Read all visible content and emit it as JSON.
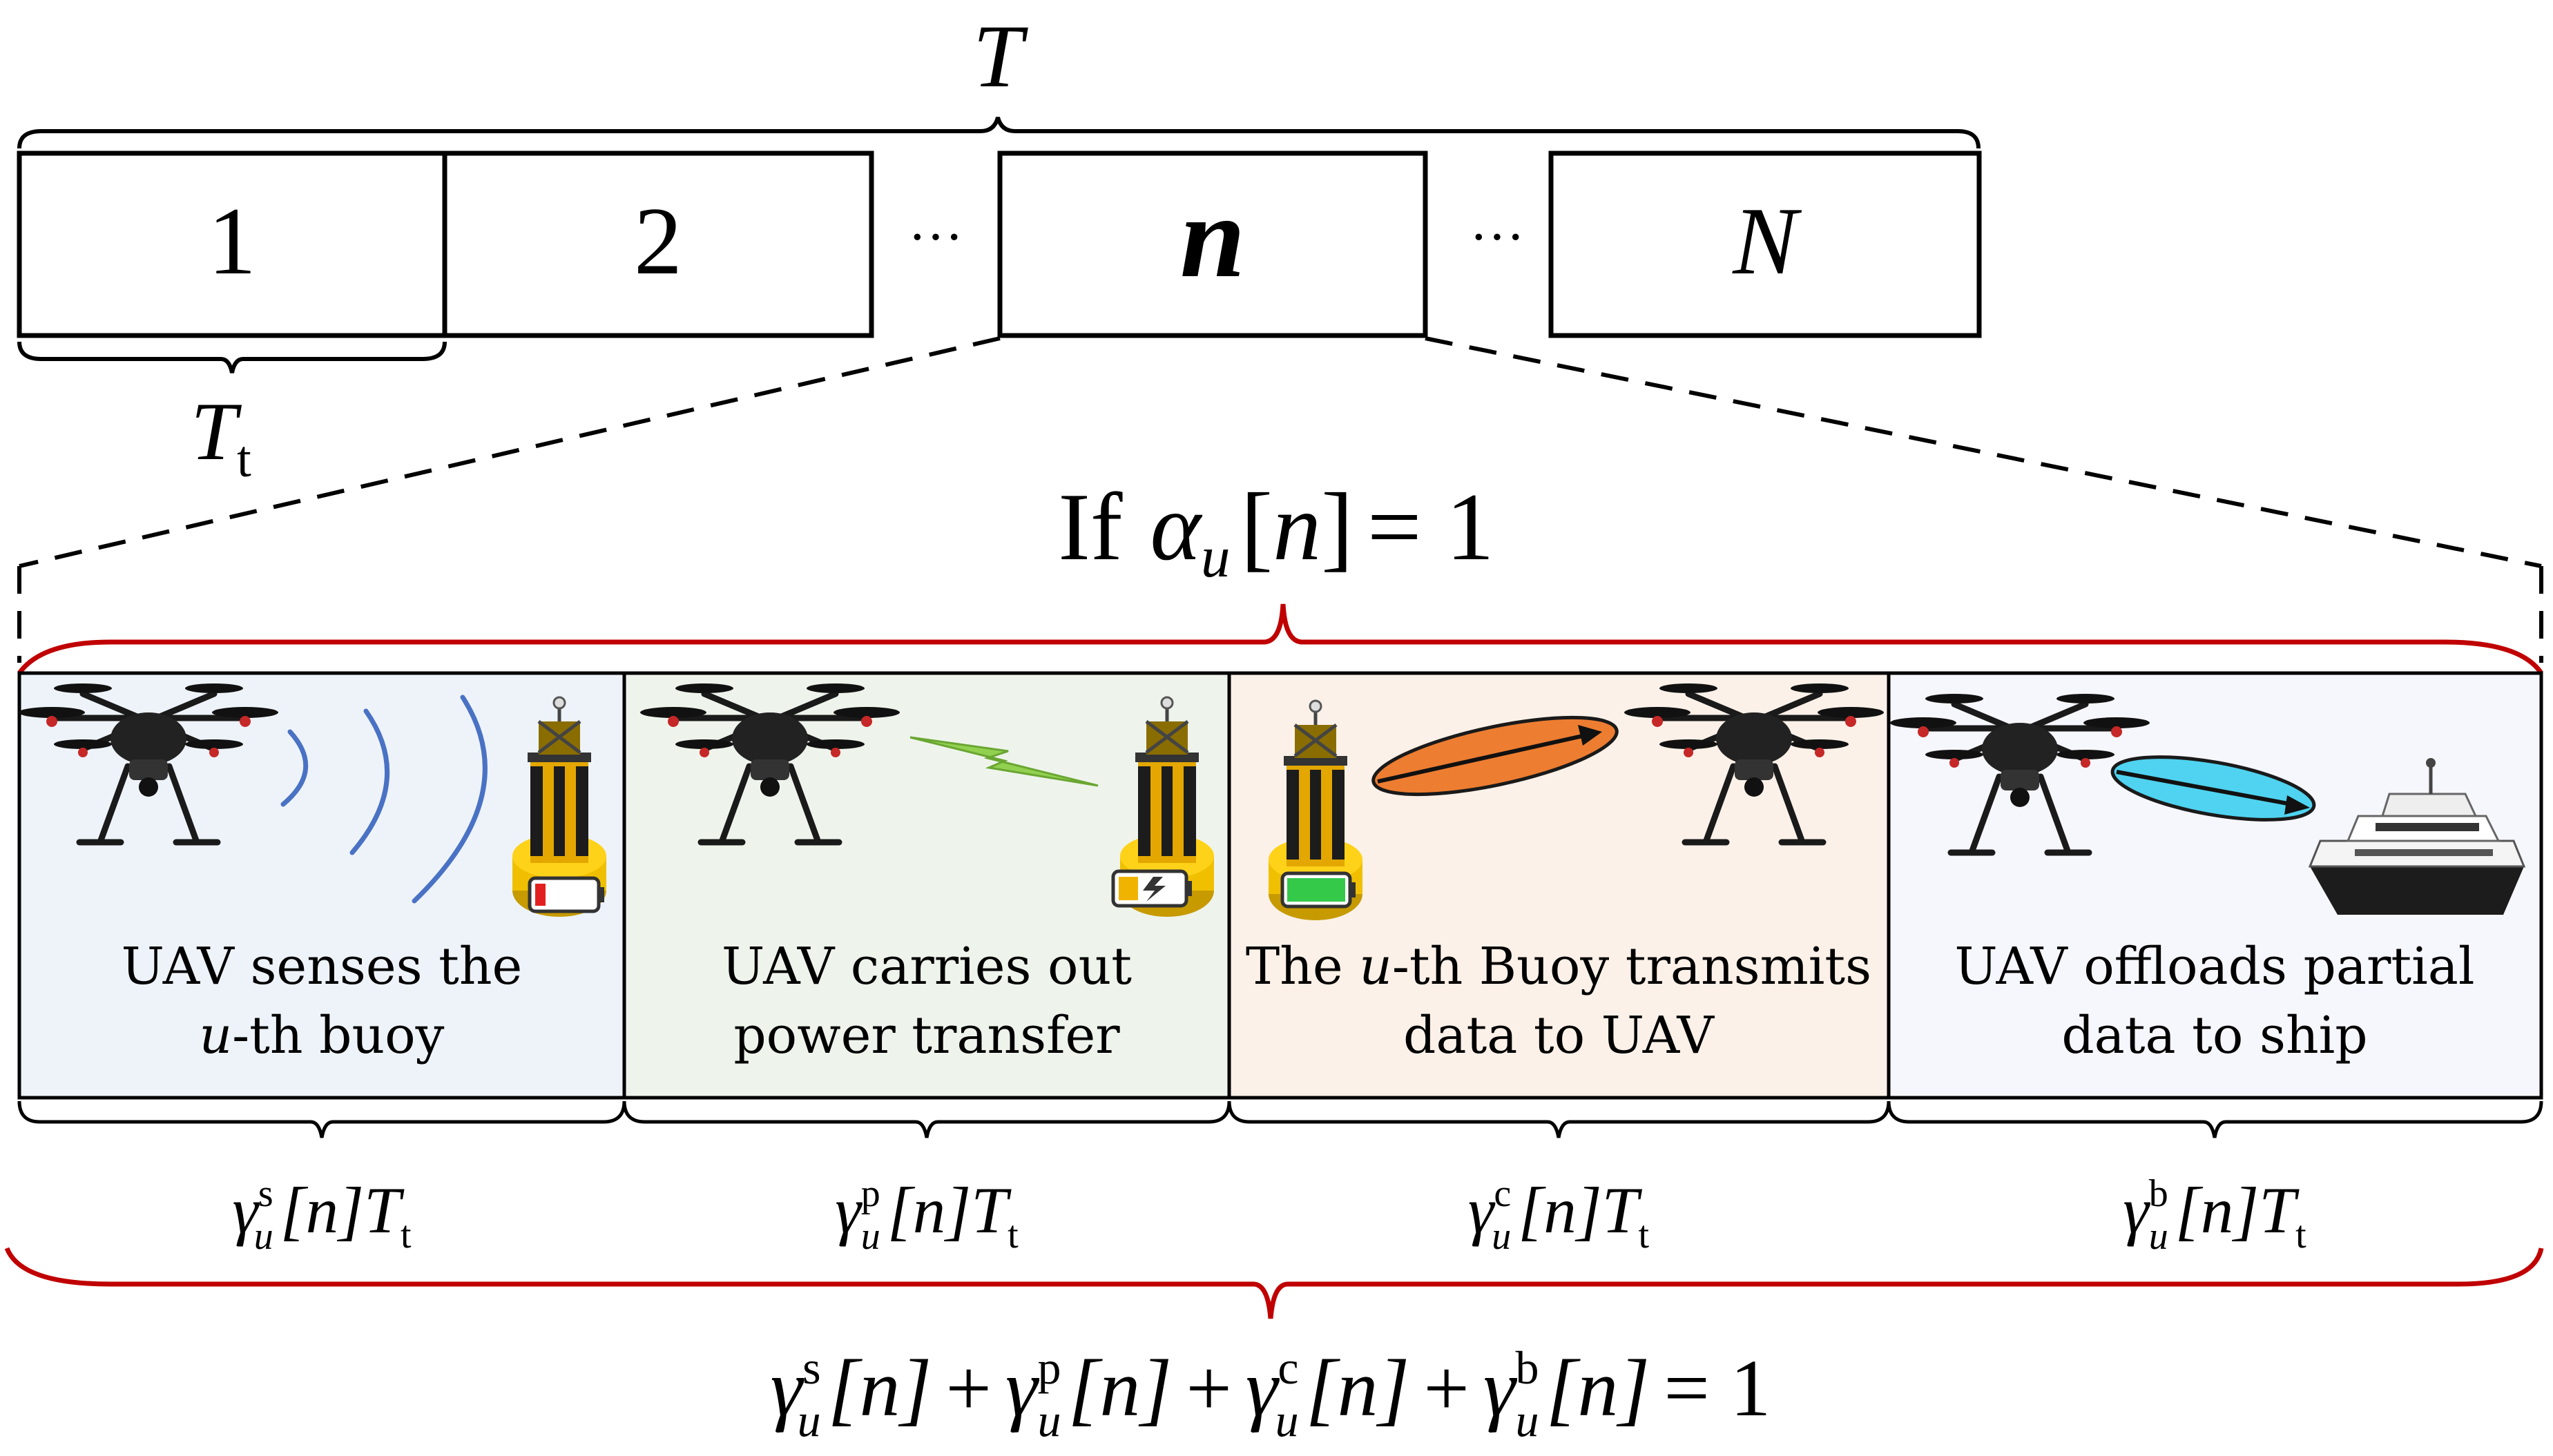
{
  "timeline": {
    "total_label": "T",
    "slots": [
      "1",
      "2",
      "n",
      "N"
    ],
    "ellipsis": "···",
    "slot_duration_label": "T",
    "slot_duration_sub": "t"
  },
  "condition": {
    "prefix": "If",
    "symbol": "α",
    "sub": "u",
    "bracket_open": "[",
    "index": "n",
    "bracket_close": "]",
    "equals": "= 1"
  },
  "phases": [
    {
      "line1": "UAV senses the",
      "line2_italic": "u",
      "line2_rest": "-th buoy",
      "fraction_sup": "s",
      "bg_color": "#eef3fa"
    },
    {
      "line1": "UAV carries out",
      "line2": "power transfer",
      "fraction_sup": "p",
      "bg_color": "#eef4ec"
    },
    {
      "line1_pre": "The ",
      "line1_italic": "u",
      "line1_post": "-th Buoy transmits",
      "line2": "data to UAV",
      "fraction_sup": "c",
      "bg_color": "#fcf1e8"
    },
    {
      "line1": "UAV offloads partial",
      "line2": "data to ship",
      "fraction_sup": "b",
      "bg_color": "#f6f6fd"
    }
  ],
  "fraction_template": {
    "symbol": "γ",
    "sub": "u",
    "index": "[n]",
    "T": "T",
    "T_sub": "t"
  },
  "constraint": {
    "symbol": "γ",
    "sub": "u",
    "sups": [
      "s",
      "p",
      "c",
      "b"
    ],
    "index": "[n]",
    "plus": "+",
    "equals": "= 1"
  },
  "colors": {
    "brace_red": "#c00000",
    "wave_blue": "#4a72c4",
    "bolt_green": "#92d050",
    "beam_orange": "#ed7d31",
    "beam_cyan": "#4fd3f0",
    "battery_low": "#e32020",
    "battery_full": "#35c94a",
    "battery_charging": "#f0b400"
  },
  "icons": [
    "uav-icon",
    "buoy-icon",
    "ship-icon",
    "battery-icon",
    "wave-icon",
    "lightning-icon",
    "data-beam-icon"
  ]
}
